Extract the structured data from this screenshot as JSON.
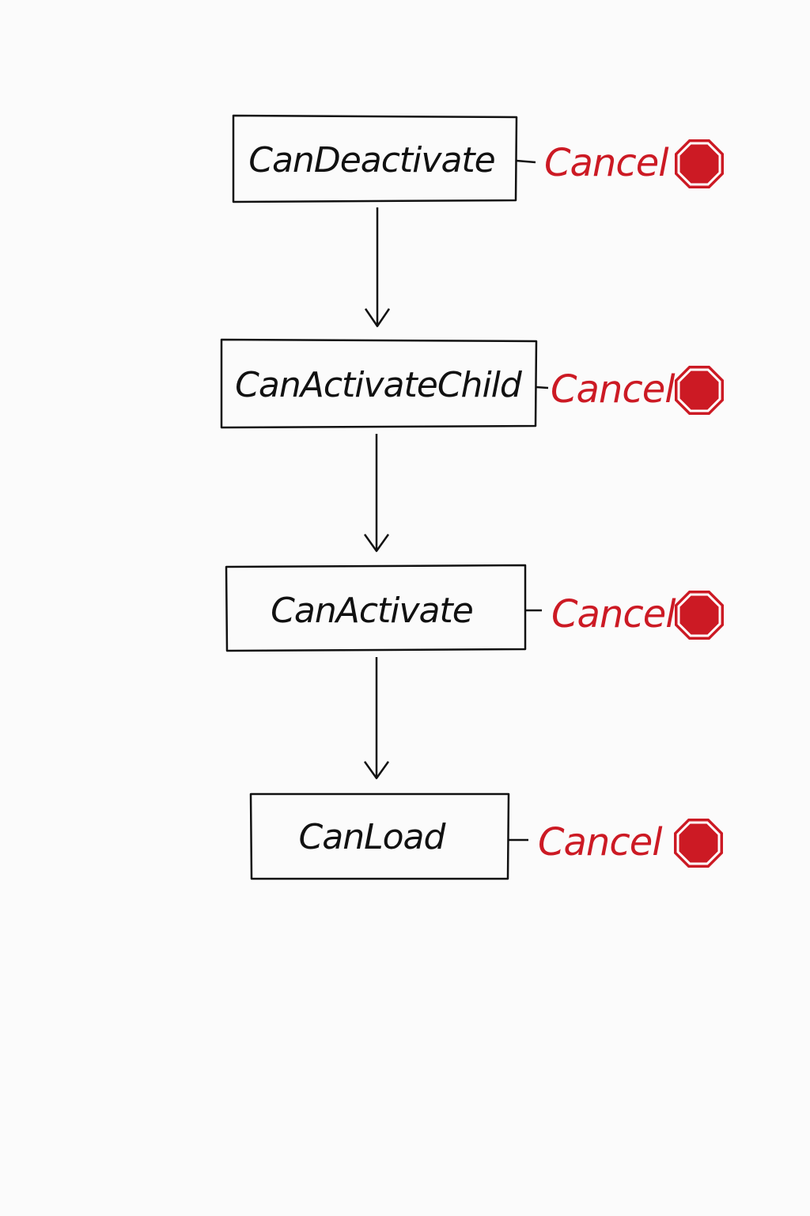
{
  "nodes": [
    {
      "label": "CanDeactivate",
      "cancel_label": "Cancel",
      "icon": "stop-sign-icon"
    },
    {
      "label": "CanActivateChild",
      "cancel_label": "Cancel",
      "icon": "stop-sign-icon"
    },
    {
      "label": "CanActivate",
      "cancel_label": "Cancel",
      "icon": "stop-sign-icon"
    },
    {
      "label": "CanLoad",
      "cancel_label": "Cancel",
      "icon": "stop-sign-icon"
    }
  ],
  "colors": {
    "ink": "#111111",
    "cancel": "#cc1a24",
    "background": "#fbfbfb"
  }
}
